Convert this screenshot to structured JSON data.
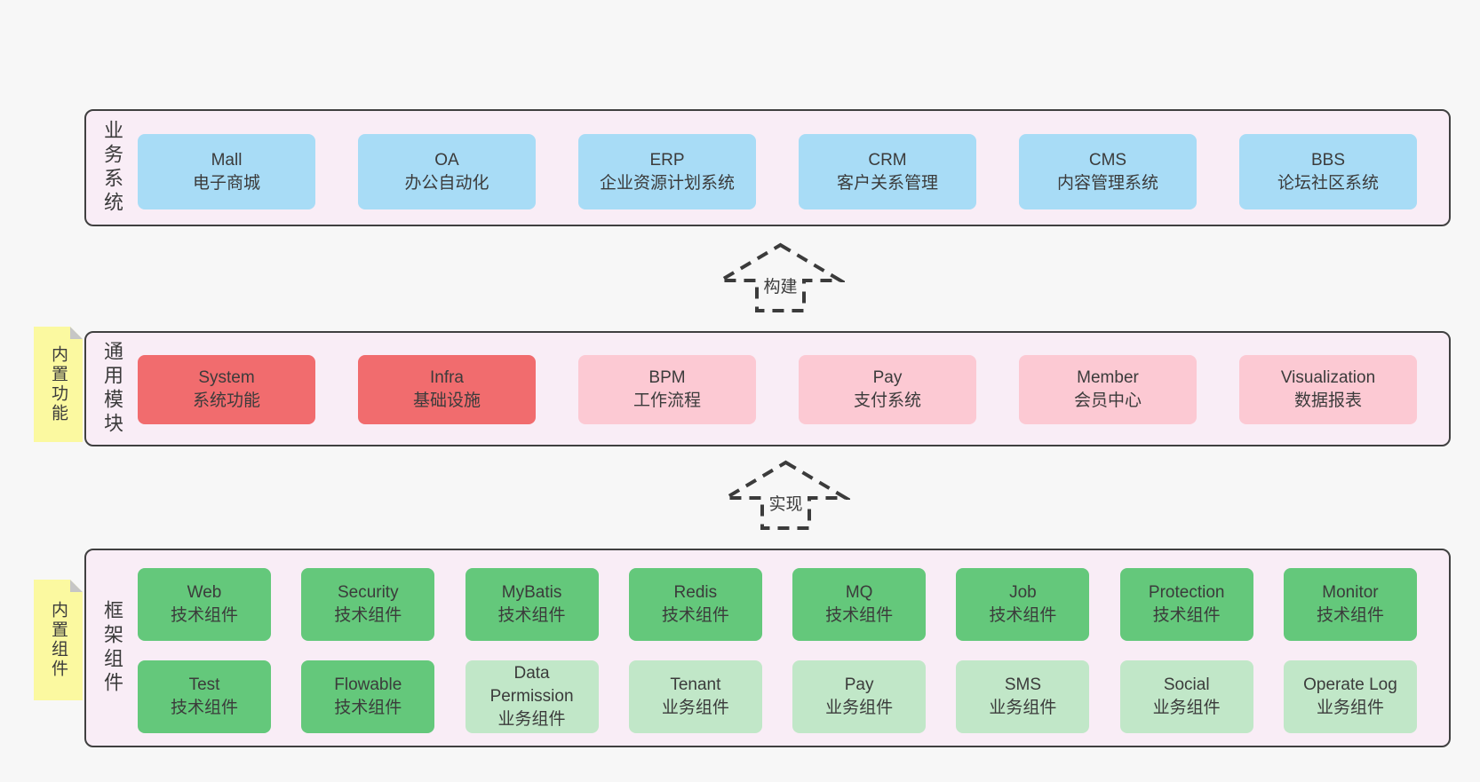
{
  "colors": {
    "page_bg": "#f7f7f7",
    "panel_bg": "#f9edf6",
    "panel_border": "#404040",
    "blue_box": "#a8dcf6",
    "red_box": "#f16c6e",
    "pink_box": "#fcc9d3",
    "green_box": "#64c87b",
    "light_green_box": "#c1e7c8",
    "note_yellow": "#fbf9a0",
    "note_fold": "#c6c6c6",
    "text": "#3b3b3b"
  },
  "sections": {
    "business": {
      "label": "业务系统",
      "boxes": [
        {
          "title": "Mall",
          "subtitle": "电子商城",
          "type": "blue"
        },
        {
          "title": "OA",
          "subtitle": "办公自动化",
          "type": "blue"
        },
        {
          "title": "ERP",
          "subtitle": "企业资源计划系统",
          "type": "blue"
        },
        {
          "title": "CRM",
          "subtitle": "客户关系管理",
          "type": "blue"
        },
        {
          "title": "CMS",
          "subtitle": "内容管理系统",
          "type": "blue"
        },
        {
          "title": "BBS",
          "subtitle": "论坛社区系统",
          "type": "blue"
        }
      ]
    },
    "modules": {
      "label": "通用模块",
      "boxes": [
        {
          "title": "System",
          "subtitle": "系统功能",
          "type": "red"
        },
        {
          "title": "Infra",
          "subtitle": "基础设施",
          "type": "red"
        },
        {
          "title": "BPM",
          "subtitle": "工作流程",
          "type": "pink"
        },
        {
          "title": "Pay",
          "subtitle": "支付系统",
          "type": "pink"
        },
        {
          "title": "Member",
          "subtitle": "会员中心",
          "type": "pink"
        },
        {
          "title": "Visualization",
          "subtitle": "数据报表",
          "type": "pink"
        }
      ]
    },
    "framework": {
      "label": "框架组件",
      "rows": {
        "r1": [
          {
            "title": "Web",
            "subtitle": "技术组件",
            "type": "green"
          },
          {
            "title": "Security",
            "subtitle": "技术组件",
            "type": "green"
          },
          {
            "title": "MyBatis",
            "subtitle": "技术组件",
            "type": "green"
          },
          {
            "title": "Redis",
            "subtitle": "技术组件",
            "type": "green"
          },
          {
            "title": "MQ",
            "subtitle": "技术组件",
            "type": "green"
          },
          {
            "title": "Job",
            "subtitle": "技术组件",
            "type": "green"
          },
          {
            "title": "Protection",
            "subtitle": "技术组件",
            "type": "green"
          },
          {
            "title": "Monitor",
            "subtitle": "技术组件",
            "type": "green"
          }
        ],
        "r2": [
          {
            "title": "Test",
            "subtitle": "技术组件",
            "type": "green"
          },
          {
            "title": "Flowable",
            "subtitle": "技术组件",
            "type": "green"
          },
          {
            "title": "Data Permission",
            "subtitle": "业务组件",
            "type": "light-green"
          },
          {
            "title": "Tenant",
            "subtitle": "业务组件",
            "type": "light-green"
          },
          {
            "title": "Pay",
            "subtitle": "业务组件",
            "type": "light-green"
          },
          {
            "title": "SMS",
            "subtitle": "业务组件",
            "type": "light-green"
          },
          {
            "title": "Social",
            "subtitle": "业务组件",
            "type": "light-green"
          },
          {
            "title": "Operate Log",
            "subtitle": "业务组件",
            "type": "light-green"
          }
        ]
      }
    }
  },
  "notes": {
    "features": {
      "label": "内置功能"
    },
    "components": {
      "label": "内置组件"
    }
  },
  "arrows": {
    "build": {
      "label": "构建"
    },
    "implement": {
      "label": "实现"
    }
  }
}
